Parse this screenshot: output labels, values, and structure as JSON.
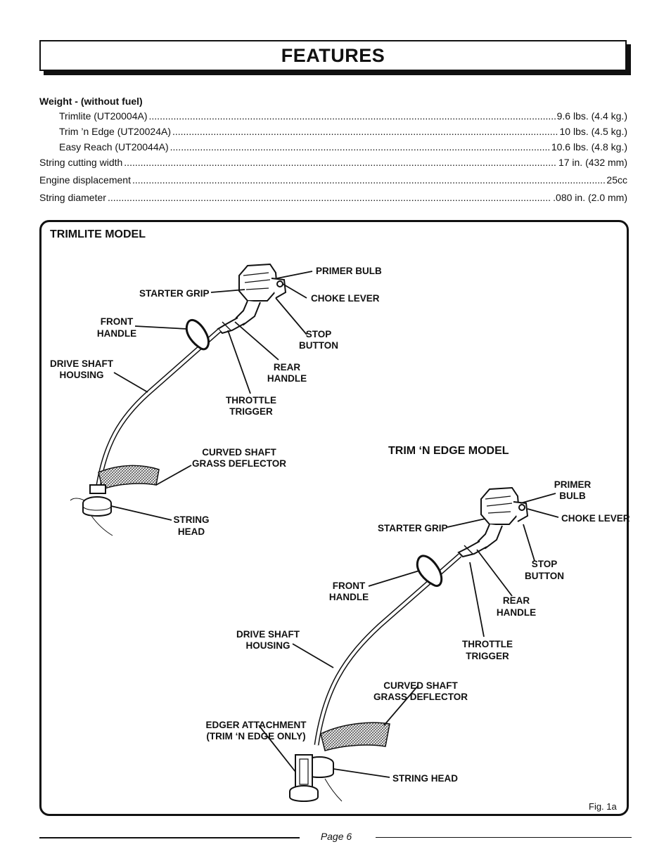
{
  "title": "FEATURES",
  "specs": {
    "weight_heading": "Weight - (without fuel)",
    "rows": [
      {
        "label": "Trimlite (UT20004A)",
        "value": "9.6 lbs. (4.4 kg.)"
      },
      {
        "label": "Trim ’n Edge (UT20024A)",
        "value": "10 lbs. (4.5 kg.)"
      },
      {
        "label": "Easy Reach (UT20044A)",
        "value": "10.6 lbs. (4.8 kg.)"
      },
      {
        "label": "String cutting width",
        "value": "17 in. (432 mm)"
      },
      {
        "label": "Engine displacement",
        "value": "25cc"
      },
      {
        "label": "String diameter",
        "value": ".080 in. (2.0 mm)"
      }
    ]
  },
  "diagram": {
    "trimlite_title": "TRIMLITE MODEL",
    "trimedge_title": "TRIM ‘N EDGE MODEL",
    "fig_label": "Fig. 1a",
    "trimlite_labels": {
      "primer_bulb": "PRIMER BULB",
      "starter_grip": "STARTER GRIP",
      "choke_lever": "CHOKE LEVER",
      "front_handle": [
        "FRONT",
        "HANDLE"
      ],
      "stop_button": [
        "STOP",
        "BUTTON"
      ],
      "drive_shaft_housing": [
        "DRIVE SHAFT",
        "HOUSING"
      ],
      "rear_handle": [
        "REAR",
        "HANDLE"
      ],
      "throttle_trigger": [
        "THROTTLE",
        "TRIGGER"
      ],
      "grass_deflector": [
        "CURVED SHAFT",
        "GRASS DEFLECTOR"
      ],
      "string_head": [
        "STRING",
        "HEAD"
      ]
    },
    "trimedge_labels": {
      "primer_bulb": [
        "PRIMER",
        "BULB"
      ],
      "starter_grip": "STARTER GRIP",
      "choke_lever": "CHOKE LEVER",
      "stop_button": [
        "STOP",
        "BUTTON"
      ],
      "front_handle": [
        "FRONT",
        "HANDLE"
      ],
      "rear_handle": [
        "REAR",
        "HANDLE"
      ],
      "drive_shaft_housing": [
        "DRIVE SHAFT",
        "HOUSING"
      ],
      "throttle_trigger": [
        "THROTTLE",
        "TRIGGER"
      ],
      "grass_deflector": [
        "CURVED SHAFT",
        "GRASS DEFLECTOR"
      ],
      "edger_attachment": [
        "EDGER ATTACHMENT",
        "(TRIM ‘N EDGE ONLY)"
      ],
      "string_head": "STRING HEAD"
    }
  },
  "footer": {
    "page": "Page 6"
  }
}
